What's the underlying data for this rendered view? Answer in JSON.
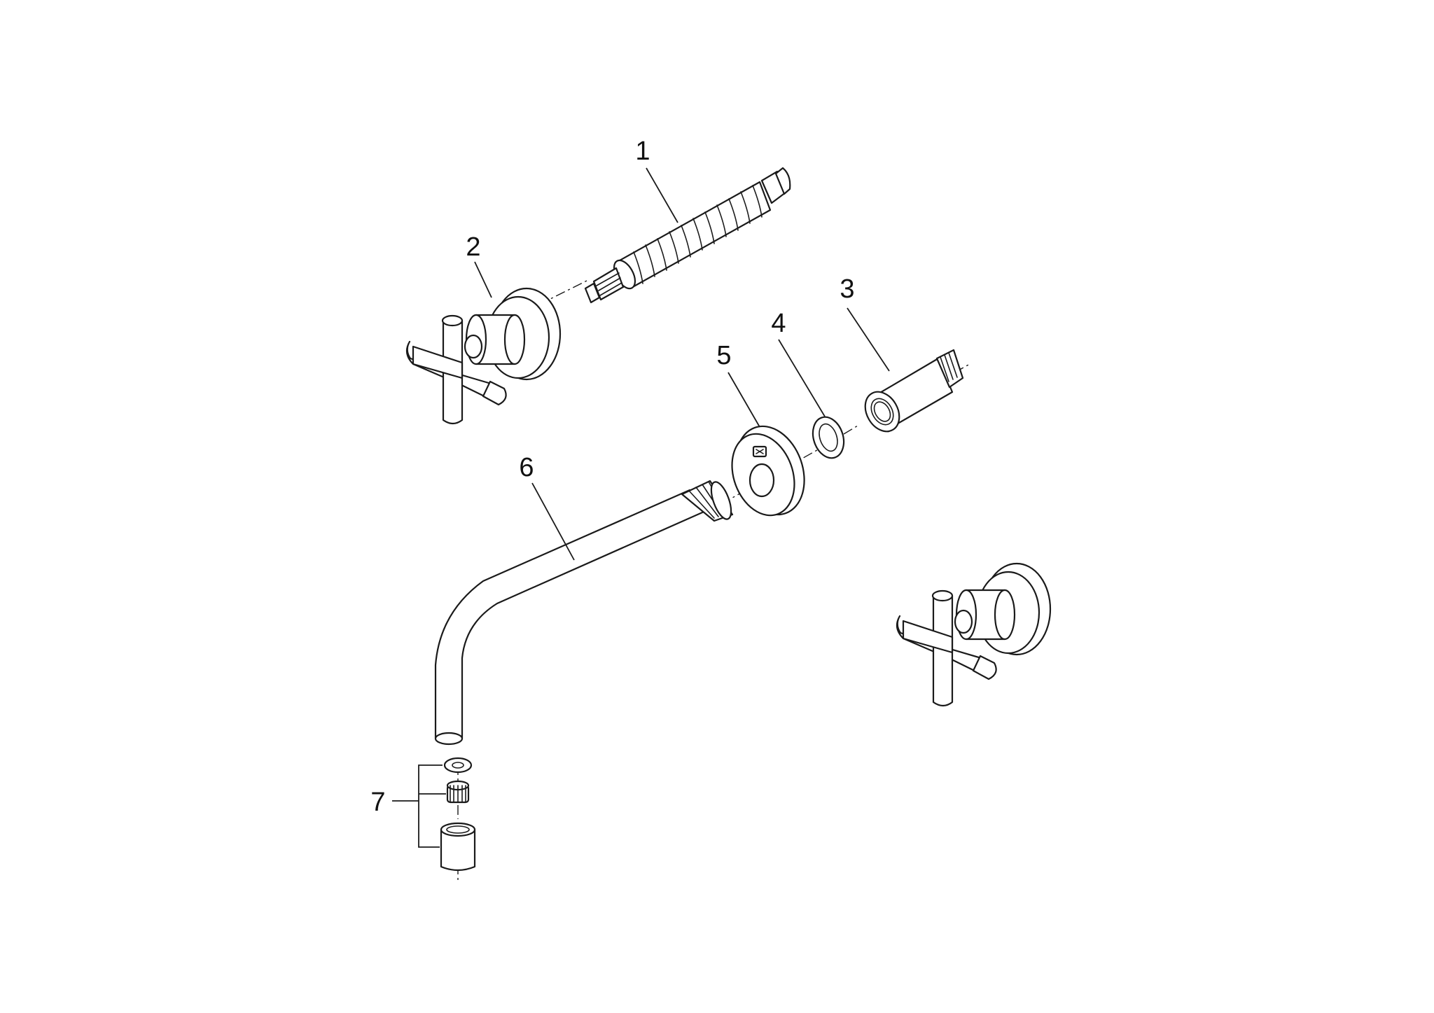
{
  "diagram": {
    "callouts": [
      {
        "id": "1",
        "label": "1"
      },
      {
        "id": "2",
        "label": "2"
      },
      {
        "id": "3",
        "label": "3"
      },
      {
        "id": "4",
        "label": "4"
      },
      {
        "id": "5",
        "label": "5"
      },
      {
        "id": "6",
        "label": "6"
      },
      {
        "id": "7",
        "label": "7"
      }
    ],
    "colors": {
      "line": "#1a1a1a",
      "background": "#ffffff"
    }
  }
}
